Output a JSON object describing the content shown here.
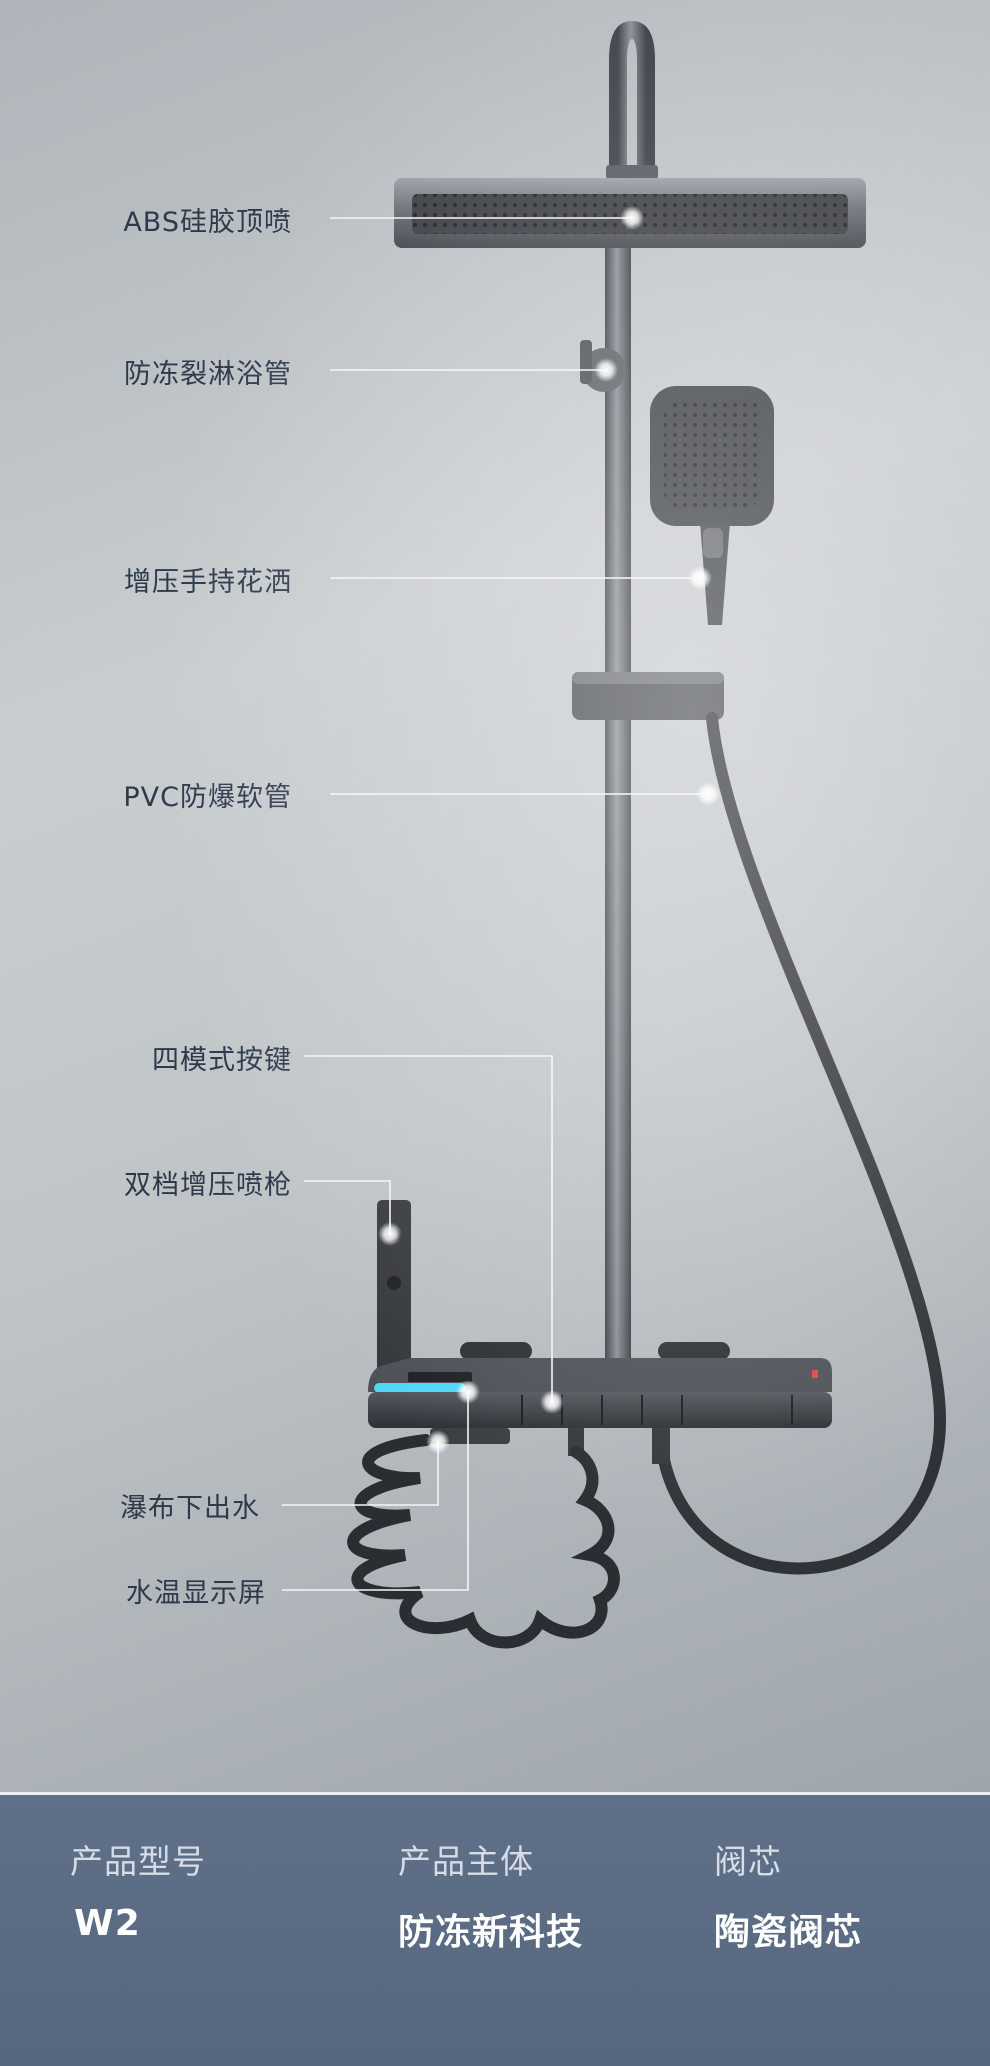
{
  "labels": {
    "abs_top_spray": "ABS硅胶顶喷",
    "antifreeze_pipe": "防冻裂淋浴管",
    "pressurized_hand_shower": "增压手持花洒",
    "pvc_hose": "PVC防爆软管",
    "four_mode_buttons": "四模式按键",
    "dual_spray_gun": "双档增压喷枪",
    "waterfall_outlet": "瀑布下出水",
    "temperature_display": "水温显示屏"
  },
  "specs": [
    {
      "label": "产品型号",
      "value": "W2"
    },
    {
      "label": "产品主体",
      "value": "防冻新科技"
    },
    {
      "label": "阀芯",
      "value": "陶瓷阀芯"
    }
  ],
  "colors": {
    "accent_led": "#4fd6f5",
    "spec_background": "#5a6b83",
    "metal_gunmetal": "#4a4e54"
  }
}
